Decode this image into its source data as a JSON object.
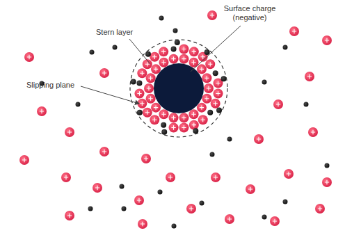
{
  "diagram": {
    "labels": [
      "Stern layer",
      "Surface charge (negative)",
      "Slipping plane"
    ]
  }
}
